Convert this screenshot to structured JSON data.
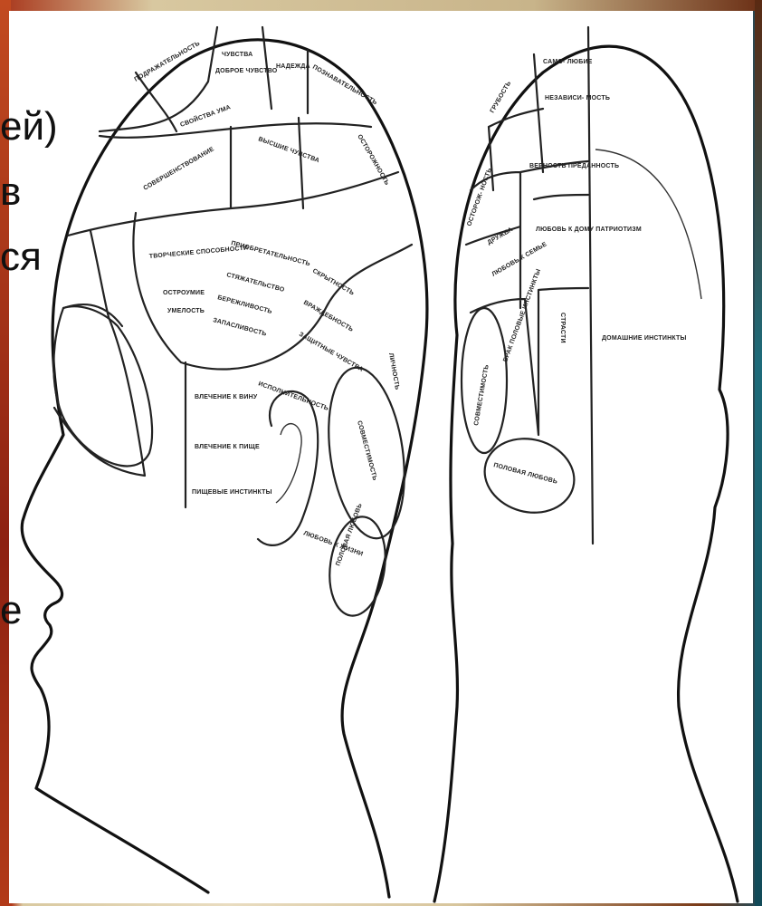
{
  "slide_fragments": [
    {
      "text": "ей)"
    },
    {
      "text": "в"
    },
    {
      "text": "ся"
    },
    {
      "text": "е"
    }
  ],
  "side_view": {
    "labels": [
      "ПОДРАЖАТЕЛЬНОСТЬ",
      "ЧУВСТВА",
      "ДОБРОЕ ЧУВСТВО",
      "НАДЕЖДА",
      "ПОЗНАВАТЕЛЬНОСТЬ",
      "ОСТОРОЖНОСТЬ",
      "СВОЙСТВА УМА",
      "СОВЕРШЕНСТВОВАНИЕ",
      "ВЫСШИЕ ЧУВСТВА",
      "ТВОРЧЕСКИЕ СПОСОБНОСТИ",
      "ОСТРОУМИЕ",
      "УМЕЛОСТЬ",
      "ПРИОБРЕТАТЕЛЬНОСТЬ",
      "СТЯЖАТЕЛЬСТВО",
      "БЕРЕЖЛИВОСТЬ",
      "ЗАПАСЛИВОСТЬ",
      "СКРЫТНОСТЬ",
      "ВРАЖДЕБНОСТЬ",
      "ЗАЩИТНЫЕ ЧУВСТВА",
      "ВЛЕЧЕНИЕ К ВИНУ",
      "ВЛЕЧЕНИЕ К ПИЩЕ",
      "ПИЩЕВЫЕ ИНСТИНКТЫ",
      "ИСПОЛНИТЕЛЬНОСТЬ",
      "ЛЮБОВЬ К ЖИЗНИ",
      "ПОЛОВАЯ ЛЮБОВЬ",
      "СОВМЕСТИМОСТЬ",
      "ЛИЧНОСТЬ"
    ]
  },
  "back_view": {
    "labels": [
      "САМО- ЛЮБИЕ",
      "ГРУБОСТЬ",
      "НЕЗАВИСИ- МОСТЬ",
      "ВЕРНОСТЬ ПРЕДАННОСТЬ",
      "ОСТОРОЖ- НОСТЬ",
      "ЛЮБОВЬ К ДОМУ ПАТРИОТИЗМ",
      "ДРУЖБА",
      "ЛЮБОВЬ К СЕМЬЕ",
      "ДОМАШНИЕ ИНСТИНКТЫ",
      "СТРАСТИ",
      "БРАК ПОЛОВЫЕ ИНСТИНКТЫ",
      "ПОЛОВАЯ ЛЮБОВЬ",
      "СОВМЕСТИМОСТЬ"
    ]
  }
}
